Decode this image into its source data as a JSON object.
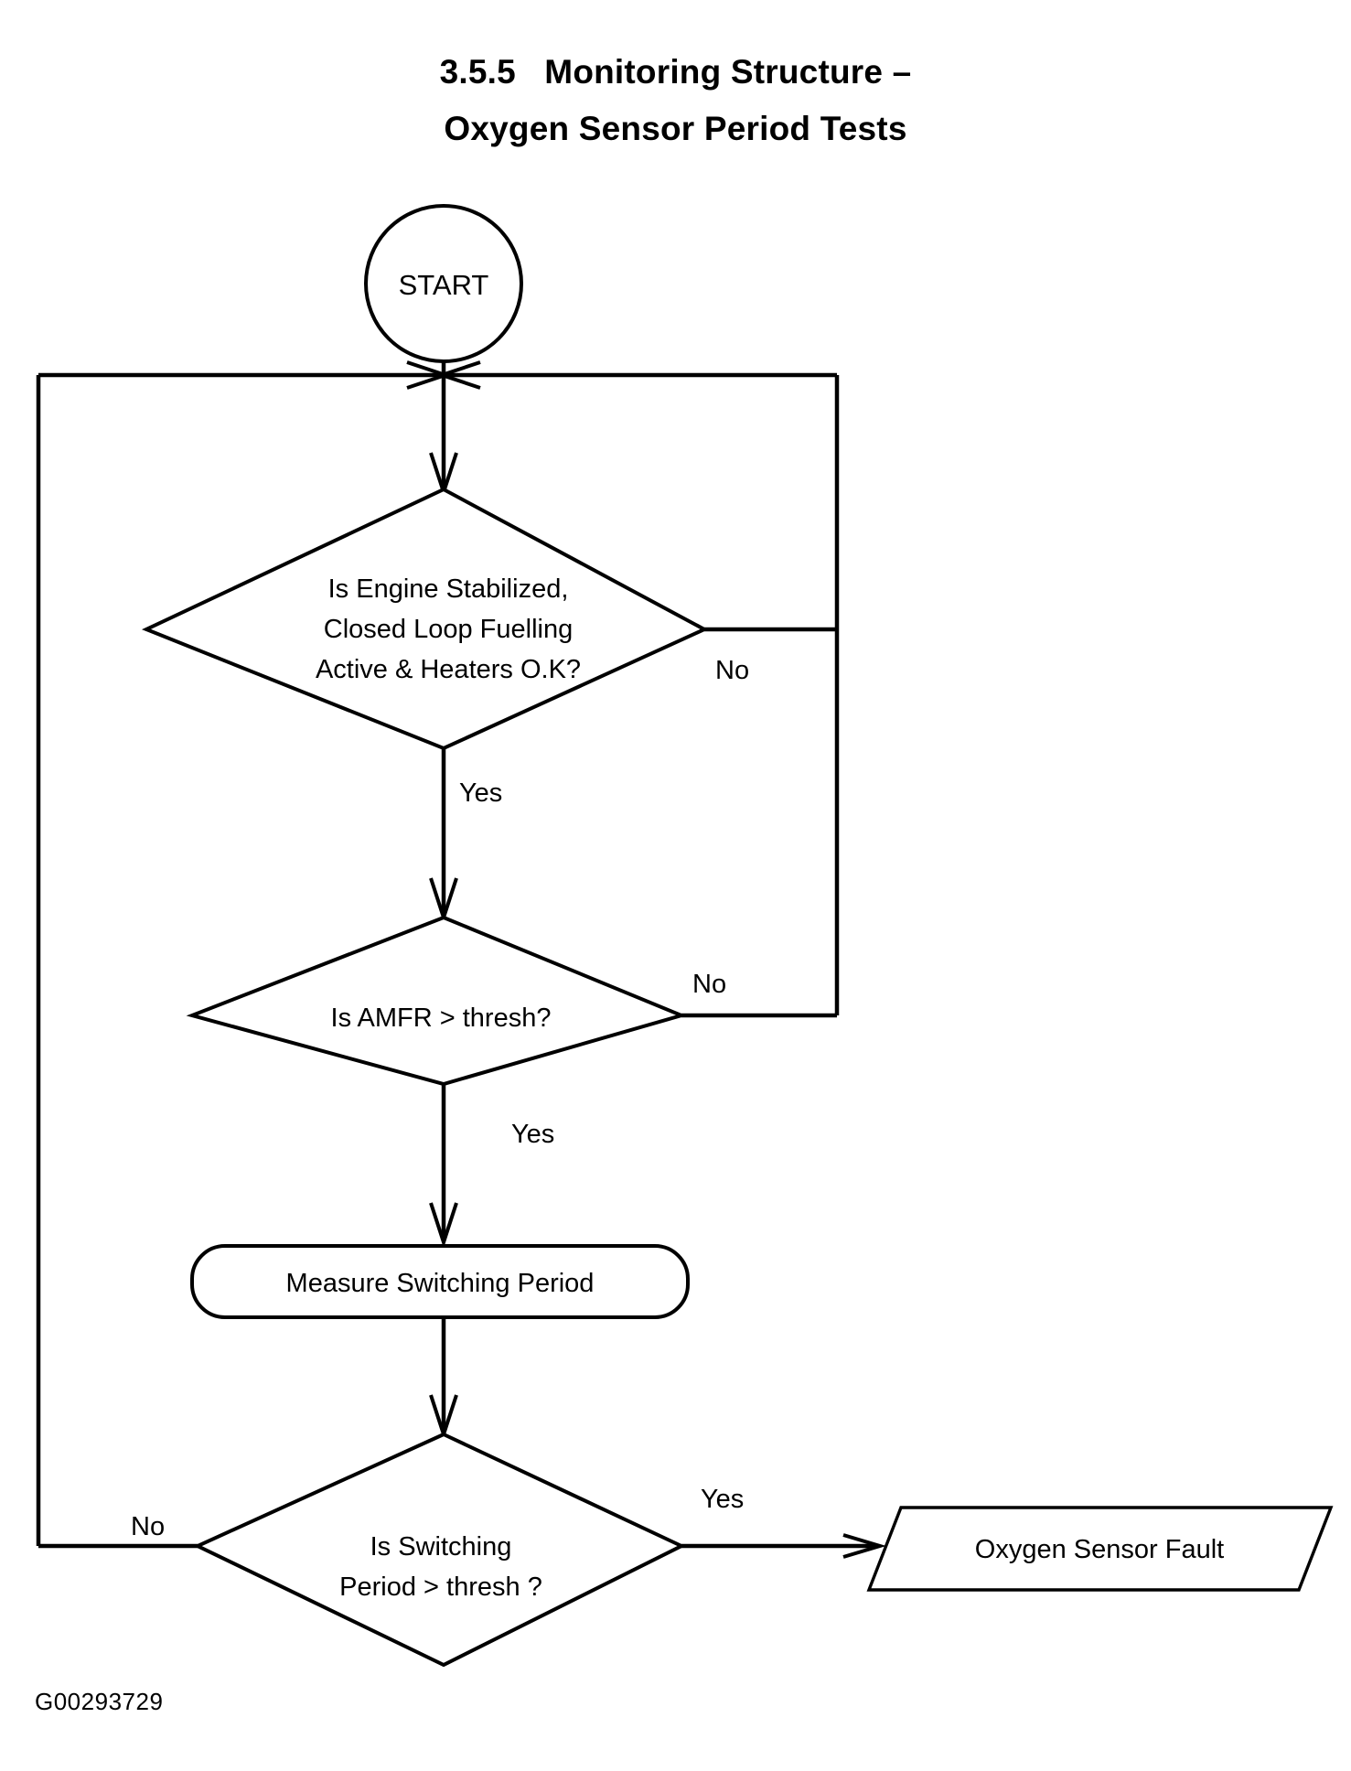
{
  "document": {
    "title_line_1": "3.5.5   Monitoring Structure –",
    "title_line_2": "Oxygen Sensor Period Tests",
    "figure_code": "G00293729"
  },
  "flowchart": {
    "type": "flowchart",
    "nodes": {
      "start": {
        "shape": "circle",
        "label": "START"
      },
      "decision_engine": {
        "shape": "diamond",
        "label_line_1": "Is Engine Stabilized,",
        "label_line_2": "Closed Loop Fuelling",
        "label_line_3": "Active & Heaters O.K?"
      },
      "decision_amfr": {
        "shape": "diamond",
        "label": "Is AMFR > thresh?"
      },
      "process_measure": {
        "shape": "rounded-rectangle",
        "label": "Measure Switching Period"
      },
      "decision_period": {
        "shape": "diamond",
        "label_line_1": "Is Switching",
        "label_line_2": "Period > thresh ?"
      },
      "output_fault": {
        "shape": "parallelogram",
        "label": "Oxygen Sensor Fault"
      }
    },
    "edge_labels": {
      "engine_no": "No",
      "engine_yes": "Yes",
      "amfr_no": "No",
      "amfr_yes": "Yes",
      "period_no": "No",
      "period_yes": "Yes"
    },
    "colors": {
      "stroke": "#000000",
      "fill": "#ffffff",
      "text": "#000000"
    }
  }
}
